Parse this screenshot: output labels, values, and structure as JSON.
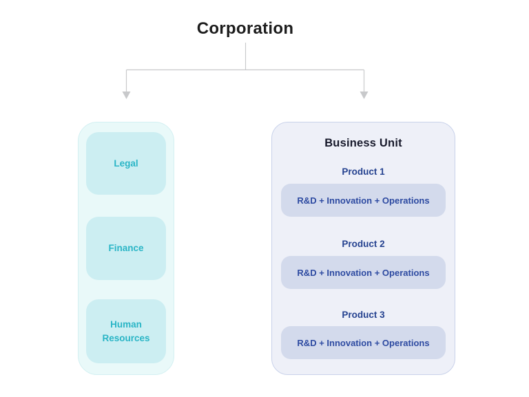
{
  "title": "Corporation",
  "departments_panel": {
    "items": [
      {
        "label": "Legal"
      },
      {
        "label": "Finance"
      },
      {
        "label": "Human Resources"
      }
    ]
  },
  "business_unit_panel": {
    "title": "Business Unit",
    "products": [
      {
        "name": "Product 1",
        "functions": "R&D + Innovation + Operations"
      },
      {
        "name": "Product 2",
        "functions": "R&D + Innovation + Operations"
      },
      {
        "name": "Product 3",
        "functions": "R&D + Innovation + Operations"
      }
    ]
  },
  "colors": {
    "title-color": "#1c1c1c",
    "connector": "#c8c9cb",
    "teal-panel-bg": "#e9f9f9",
    "teal-panel-border": "#d3f0f2",
    "teal-card-bg": "#cceef2",
    "teal-text": "#2ab5c6",
    "blue-panel-bg": "#eef0f8",
    "blue-panel-border": "#c9d2ea",
    "bu-title-color": "#16182a",
    "navy-heading": "#24418f",
    "pill-bg": "#d3daec",
    "navy-text": "#2d4aa1"
  }
}
